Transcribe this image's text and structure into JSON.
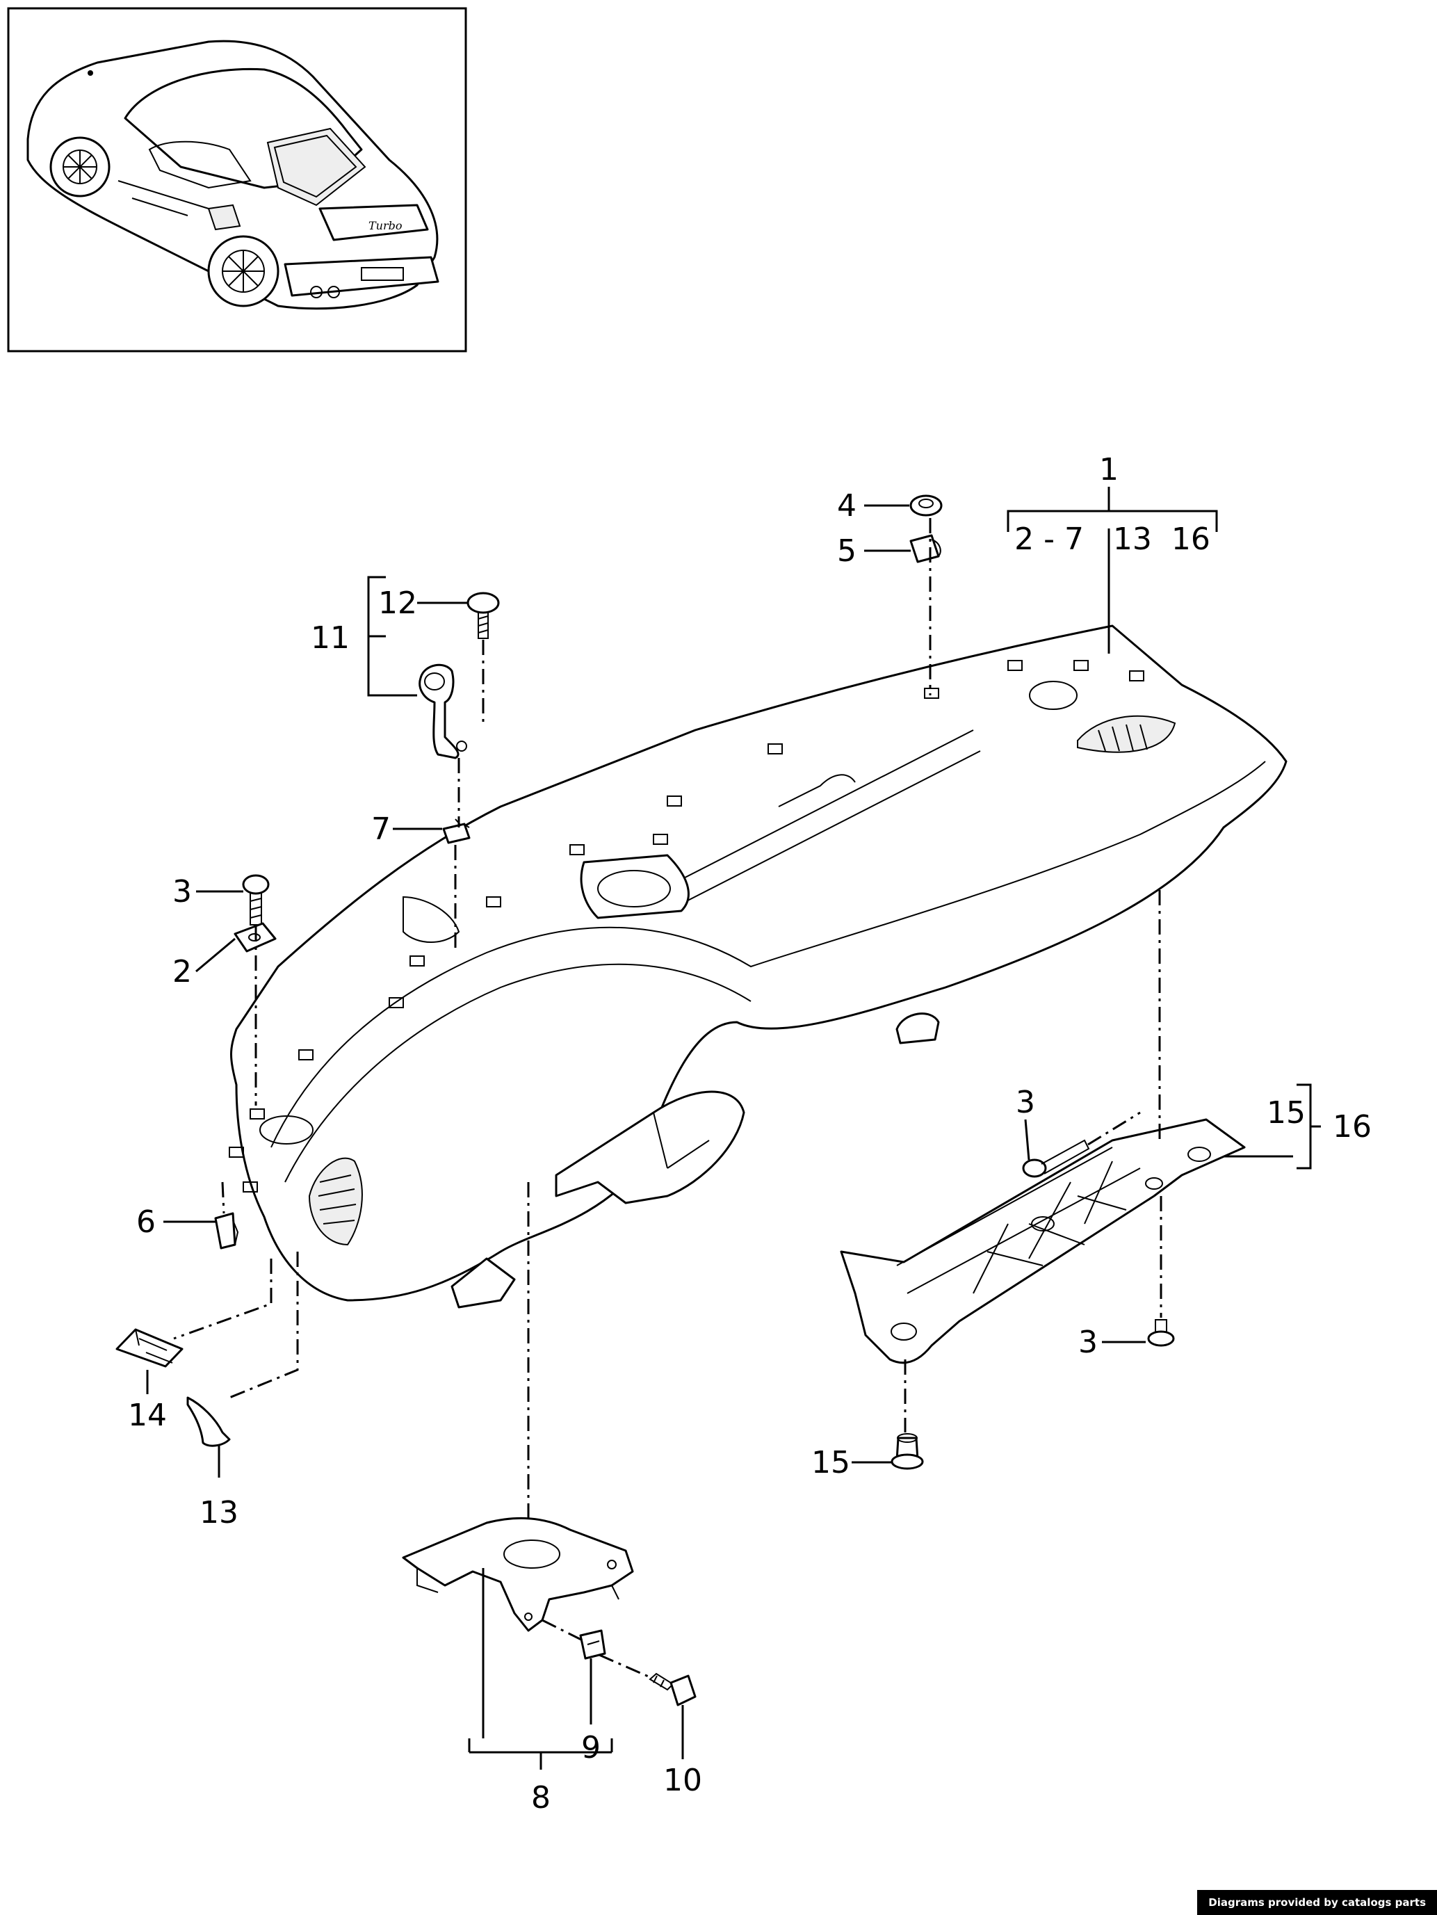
{
  "callouts": {
    "c1": "1",
    "c1_range": "2 - 7   13  16",
    "c2": "2",
    "c3a": "3",
    "c3b": "3",
    "c3c": "3",
    "c4": "4",
    "c5": "5",
    "c6": "6",
    "c7": "7",
    "c8": "8",
    "c9": "9",
    "c10": "10",
    "c11": "11",
    "c12": "12",
    "c13": "13",
    "c14": "14",
    "c15a": "15",
    "c15b": "15",
    "c16": "16"
  },
  "credit": "Diagrams provided by catalogs parts",
  "icons": {
    "thumbnail": "car-rear-three-quarter-icon",
    "main": "rear-parcel-shelf-assembly-icon"
  }
}
